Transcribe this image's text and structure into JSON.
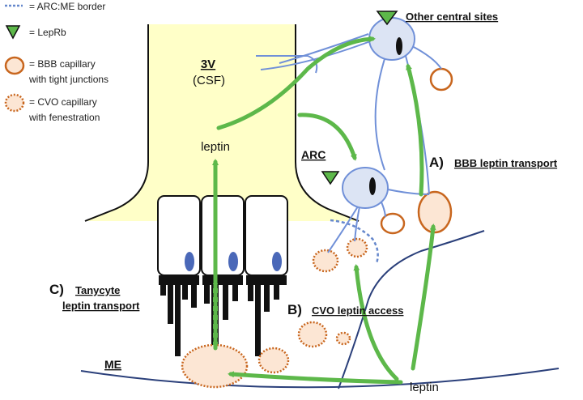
{
  "legend": {
    "border": "= ARC:ME border",
    "leprb": "= LepRb",
    "bbb_line1": "= BBB capillary",
    "bbb_line2": "with tight junctions",
    "cvo_line1": "= CVO capillary",
    "cvo_line2": "with fenestration"
  },
  "labels": {
    "ventricle_name": "3V",
    "ventricle_sub": "(CSF)",
    "leptin_csf": "leptin",
    "arc": "ARC",
    "other_sites": "Other central sites",
    "me": "ME",
    "leptin_blood": "leptin"
  },
  "pathways": {
    "a_letter": "A)",
    "a_text": "BBB leptin transport",
    "b_letter": "B)",
    "b_text": "CVO leptin access",
    "c_letter": "C)",
    "c_text_line1": "Tanycyte",
    "c_text_line2": "leptin transport"
  },
  "colors": {
    "csf_fill": "#FFFFC8",
    "neuron_fill": "#DCE4F4",
    "neuron_stroke": "#7090D8",
    "arrow_green": "#5DB84A",
    "capillary_orange": "#C8661E",
    "capillary_fill": "#FCE6D4",
    "nucleus_blue": "#4A68B8",
    "border_blue": "#6688CC"
  }
}
